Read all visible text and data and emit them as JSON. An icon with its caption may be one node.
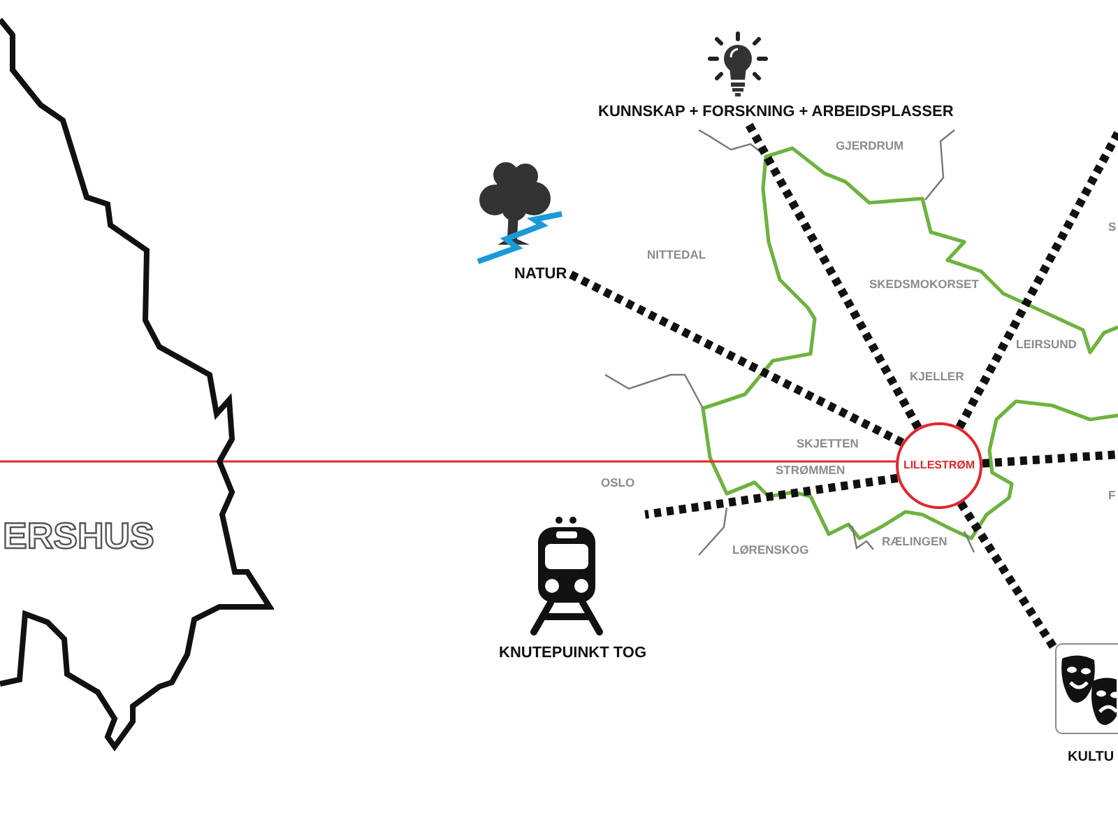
{
  "diagram": {
    "nodes": [
      {
        "text": [
          "ERSHUS"
        ]
      },
      {
        "text": [
          "KUNNSKAP + FORSKNING + ARBEIDSPLASSER"
        ]
      },
      {
        "text": [
          "NATUR"
        ]
      },
      {
        "text": [
          "LILLESTRØM"
        ]
      },
      {
        "text": [
          "KNUTEPUINKT TOG"
        ]
      },
      {
        "text": [
          "KULTU"
        ]
      }
    ],
    "edges": [
      {
        "from": 3,
        "to": 1,
        "arrow": "none",
        "style": "dashed"
      },
      {
        "from": 3,
        "to": 2,
        "arrow": "none",
        "style": "dashed"
      },
      {
        "from": 3,
        "to": 4,
        "arrow": "none",
        "style": "dashed"
      },
      {
        "from": 3,
        "to": 5,
        "arrow": "none",
        "style": "dashed"
      },
      {
        "from": 3,
        "to": null,
        "arrow": "none",
        "style": "dashed"
      },
      {
        "from": 3,
        "to": null,
        "arrow": "none",
        "style": "dashed"
      },
      {
        "from": 0,
        "to": 3,
        "arrow": "none",
        "color": "#e3262d"
      }
    ],
    "labels": [
      "GJERDRUM",
      "S",
      "NITTEDAL",
      "SKEDSMOKORSET",
      "LEIRSUND",
      "KJELLER",
      "SKJETTEN",
      "STRØMMEN",
      "OSLO",
      "F",
      "RÆLINGEN",
      "LØRENSKOG"
    ]
  }
}
